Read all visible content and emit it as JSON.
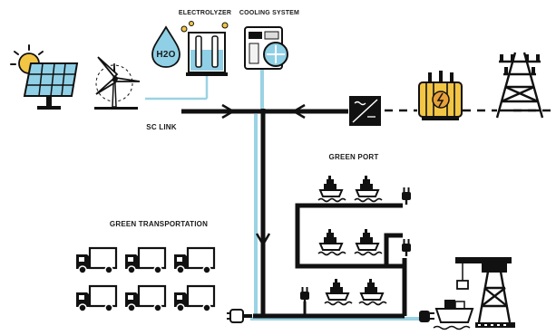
{
  "diagram": {
    "labels": {
      "electrolyzer": "ELECTROLYZER",
      "cooling_system": "COOLING SYSTEM",
      "sc_link": "SC LINK",
      "green_port": "GREEN PORT",
      "green_transportation": "GREEN TRANSPORTATION",
      "h2o": "H2O"
    },
    "colors": {
      "line_dark": "#111111",
      "line_light": "#9ad3e3",
      "accent_blue": "#8fd0e6",
      "accent_yellow": "#f3c545",
      "accent_orange": "#e6a03a"
    },
    "icons": [
      "sun-icon",
      "solar-panel-icon",
      "wind-turbine-icon",
      "water-drop-icon",
      "electrolyzer-icon",
      "cooling-system-icon",
      "converter-icon",
      "transformer-icon",
      "transmission-tower-icon",
      "ship-icon",
      "plug-icon",
      "truck-icon",
      "crane-icon",
      "cargo-ship-icon"
    ]
  }
}
